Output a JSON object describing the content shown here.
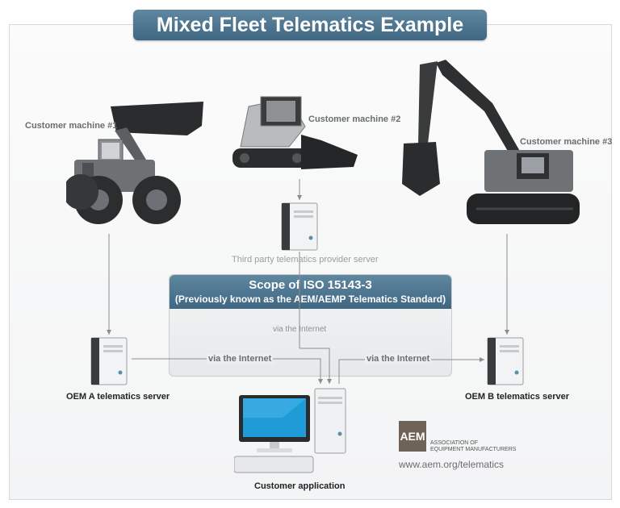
{
  "title": "Mixed Fleet Telematics Example",
  "machines": {
    "m1": "Customer machine #1",
    "m2": "Customer machine #2",
    "m3": "Customer machine #3"
  },
  "servers": {
    "third_party": "Third party telematics provider server",
    "oem_a": "OEM A telematics server",
    "oem_b": "OEM B telematics server"
  },
  "scope": {
    "line1": "Scope of ISO 15143-3",
    "line2": "(Previously known as the AEM/AEMP Telematics Standard)"
  },
  "internet": {
    "left": "via the Internet",
    "right": "via the Internet",
    "center": "via the Internet"
  },
  "client": "Customer application",
  "aem": {
    "logo": "AEM",
    "name_line1": "ASSOCIATION OF",
    "name_line2": "EQUIPMENT MANUFACTURERS",
    "url": "www.aem.org/telematics"
  }
}
